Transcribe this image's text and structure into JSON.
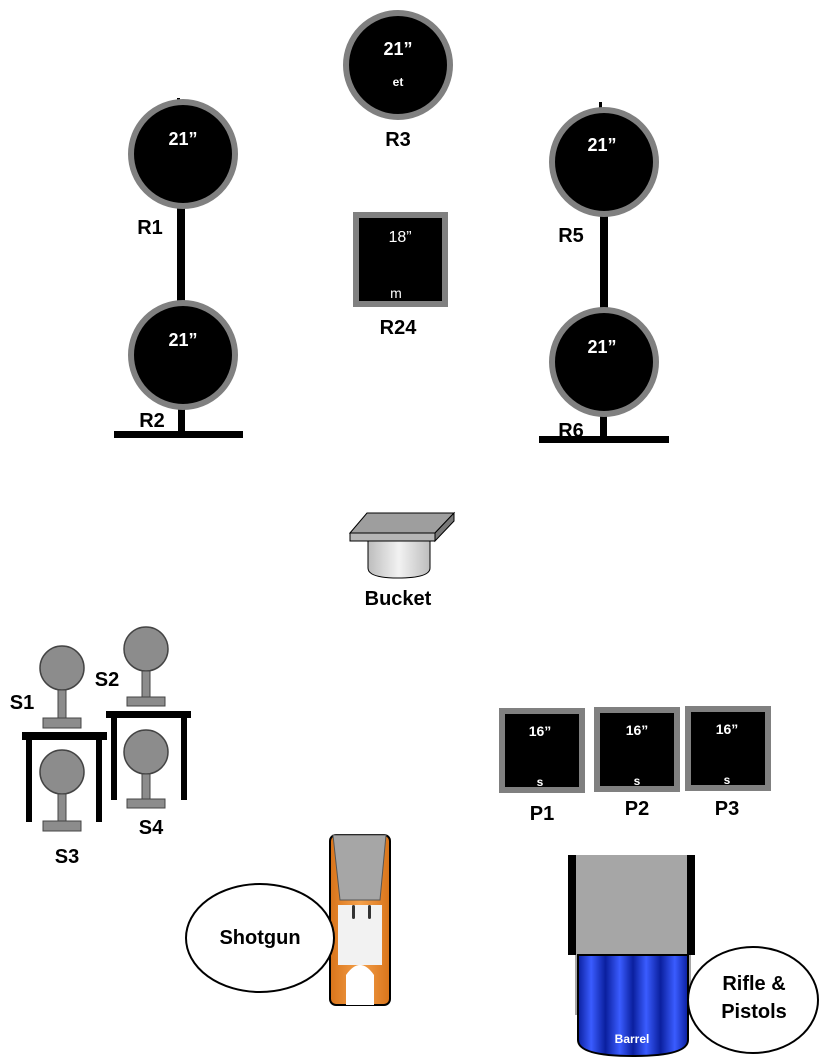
{
  "rifle_targets": {
    "r3": {
      "label": "R3",
      "size": "21”",
      "sub": "et"
    },
    "r1": {
      "label": "R1",
      "size": "21”"
    },
    "r2": {
      "label": "R2",
      "size": "21”"
    },
    "r5": {
      "label": "R5",
      "size": "21”"
    },
    "r6": {
      "label": "R6",
      "size": "21”"
    },
    "r24": {
      "label": "R24",
      "size": "18”",
      "sub": "m"
    }
  },
  "bucket": {
    "label": "Bucket"
  },
  "shotgun_targets": {
    "s1": "S1",
    "s2": "S2",
    "s3": "S3",
    "s4": "S4"
  },
  "pistol_targets": {
    "p1": {
      "label": "P1",
      "size": "16”",
      "sub": "s"
    },
    "p2": {
      "label": "P2",
      "size": "16”",
      "sub": "s"
    },
    "p3": {
      "label": "P3",
      "size": "16”",
      "sub": "s"
    }
  },
  "stations": {
    "shotgun": "Shotgun",
    "rifle_pistols_line1": "Rifle &",
    "rifle_pistols_line2": "Pistols",
    "barrel": "Barrel"
  },
  "colors": {
    "target_fill": "#000000",
    "target_border": "#808080",
    "steel_gray": "#8c8c8c",
    "shotgun_orange": "#d9741a",
    "barrel_blue": "#1f3fd6"
  }
}
